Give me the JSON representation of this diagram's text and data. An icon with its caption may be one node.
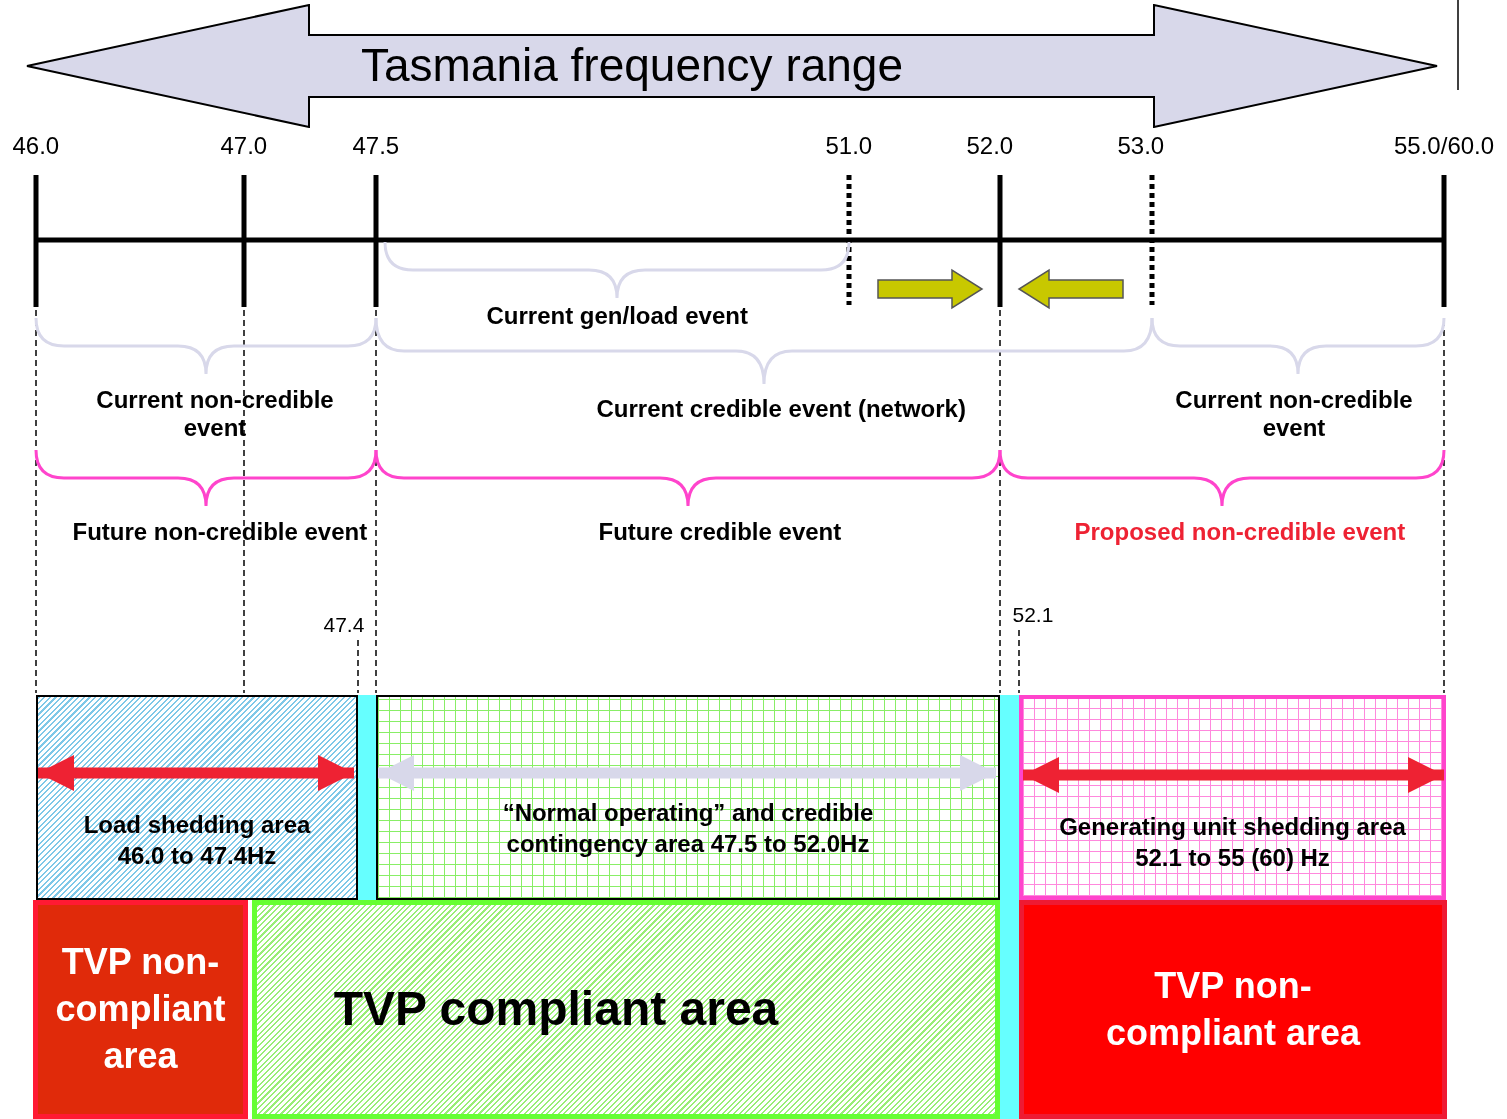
{
  "diagram": {
    "nodes": [
      {
        "text": [
          "Tasmania frequency range"
        ]
      },
      {
        "text": [
          "Load shedding area 46.0 to 47.4Hz"
        ]
      },
      {
        "text": [
          "“Normal operating” and credible contingency area 47.5 to 52.0Hz"
        ]
      },
      {
        "text": [
          "Generating unit shedding area 52.1 to 55 (60) Hz"
        ]
      },
      {
        "text": [
          "TVP non-compliant area"
        ]
      },
      {
        "text": [
          "TVP compliant area"
        ]
      },
      {
        "text": [
          "TVP non-compliant area"
        ]
      }
    ],
    "labels": [
      "46.0",
      "47.0",
      "47.5",
      "51.0",
      "52.0",
      "53.0",
      "55.0/60.0",
      "Current gen/load event",
      "Current non-credible event",
      "Current credible event (network)",
      "Current non-credible event",
      "Future non-credible event",
      "Future credible event",
      "Proposed non-credible event",
      "47.4",
      "52.1"
    ]
  }
}
